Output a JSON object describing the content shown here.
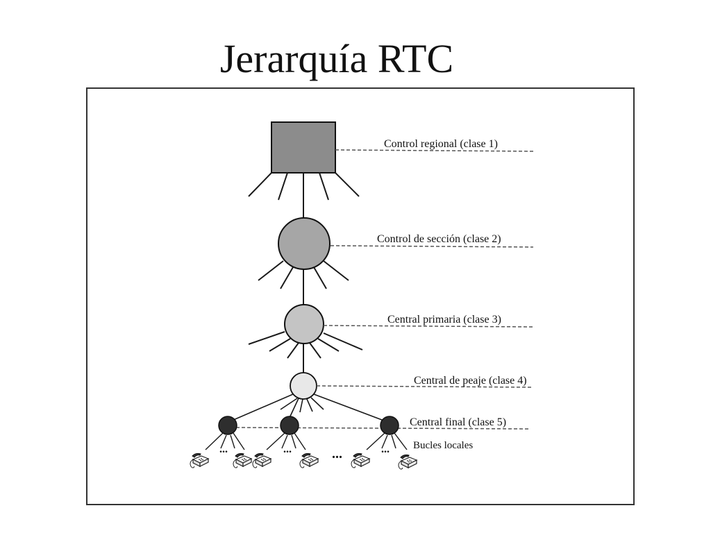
{
  "slide": {
    "title": "Jerarquía RTC"
  },
  "diagram": {
    "levels": [
      {
        "label": "Control regional (clase 1)",
        "shape": "square",
        "fill": "#8c8c8c"
      },
      {
        "label": "Control de sección (clase 2)",
        "shape": "circle",
        "fill": "#a6a6a6"
      },
      {
        "label": "Central primaria (clase 3)",
        "shape": "circle",
        "fill": "#c4c4c4"
      },
      {
        "label": "Central de peaje (clase 4)",
        "shape": "circle",
        "fill": "#e8e8e8"
      },
      {
        "label": "Central final (clase 5)",
        "shape": "circle",
        "fill": "#2e2e2e"
      }
    ],
    "local_loops_label": "Bucles locales",
    "ellipsis": "...",
    "icons": {
      "phone": "telephone-icon"
    },
    "colors": {
      "line": "#1a1a1a",
      "dashed": "#555555"
    }
  }
}
